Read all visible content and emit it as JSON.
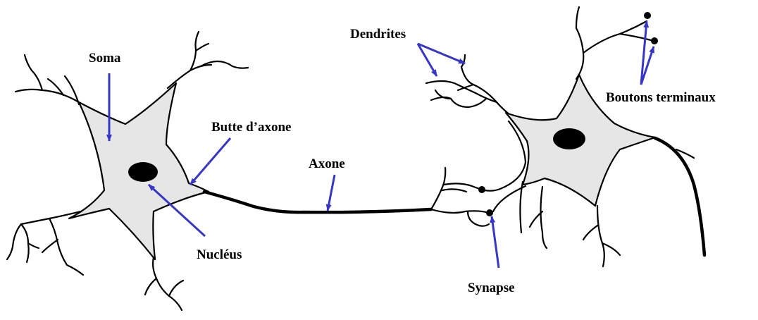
{
  "diagram": {
    "labels": {
      "soma": "Soma",
      "butte": "Butte d’axone",
      "axone": "Axone",
      "nucleus": "Nucléus",
      "dendrites": "Dendrites",
      "synapse": "Synapse",
      "boutons": "Boutons terminaux"
    },
    "colors": {
      "arrow": "#3636c8",
      "cell_fill": "#e6e6e6",
      "outline": "#000000"
    }
  }
}
